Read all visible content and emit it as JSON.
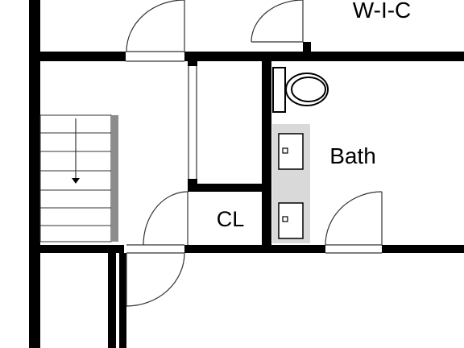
{
  "labels": {
    "walk_in_closet": "W-I-C",
    "bath": "Bath",
    "closet": "CL"
  },
  "colors": {
    "wall": "#000000",
    "background": "#ffffff",
    "vanity": "#d9d9d9",
    "stair_rail": "#8c8c8c",
    "line": "#333333"
  }
}
